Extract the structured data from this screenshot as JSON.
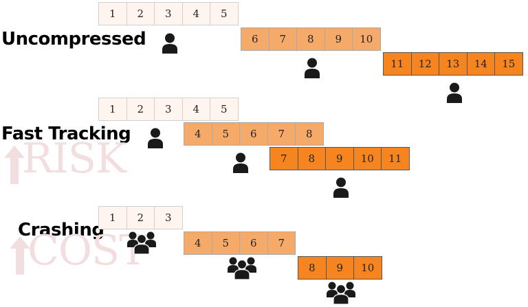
{
  "sections": [
    {
      "label": "Uncompressed",
      "rows": [
        {
          "tasks": [
            "1",
            "2",
            "3",
            "4",
            "5"
          ],
          "shade": "light"
        },
        {
          "tasks": [
            "6",
            "7",
            "8",
            "9",
            "10"
          ],
          "shade": "mid"
        },
        {
          "tasks": [
            "11",
            "12",
            "13",
            "14",
            "15"
          ],
          "shade": "dark"
        }
      ],
      "resources": [
        "person-icon",
        "person-icon",
        "person-icon"
      ]
    },
    {
      "label": "Fast Tracking",
      "watermark": "RISK",
      "rows": [
        {
          "tasks": [
            "1",
            "2",
            "3",
            "4",
            "5"
          ],
          "shade": "light"
        },
        {
          "tasks": [
            "4",
            "5",
            "6",
            "7",
            "8"
          ],
          "shade": "mid"
        },
        {
          "tasks": [
            "7",
            "8",
            "9",
            "10",
            "11"
          ],
          "shade": "dark"
        }
      ],
      "resources": [
        "person-icon",
        "person-icon",
        "person-icon"
      ]
    },
    {
      "label": "Crashing",
      "watermark": "COST",
      "rows": [
        {
          "tasks": [
            "1",
            "2",
            "3"
          ],
          "shade": "light"
        },
        {
          "tasks": [
            "4",
            "5",
            "6",
            "7"
          ],
          "shade": "mid"
        },
        {
          "tasks": [
            "8",
            "9",
            "10"
          ],
          "shade": "dark"
        }
      ],
      "resources": [
        "group-icon",
        "group-icon",
        "group-icon"
      ]
    }
  ],
  "colors": {
    "light": "#fdf5ee",
    "mid": "#f6aa69",
    "dark": "#f6841f",
    "watermark": "#f2dede",
    "icon": "#1a1a1a"
  }
}
